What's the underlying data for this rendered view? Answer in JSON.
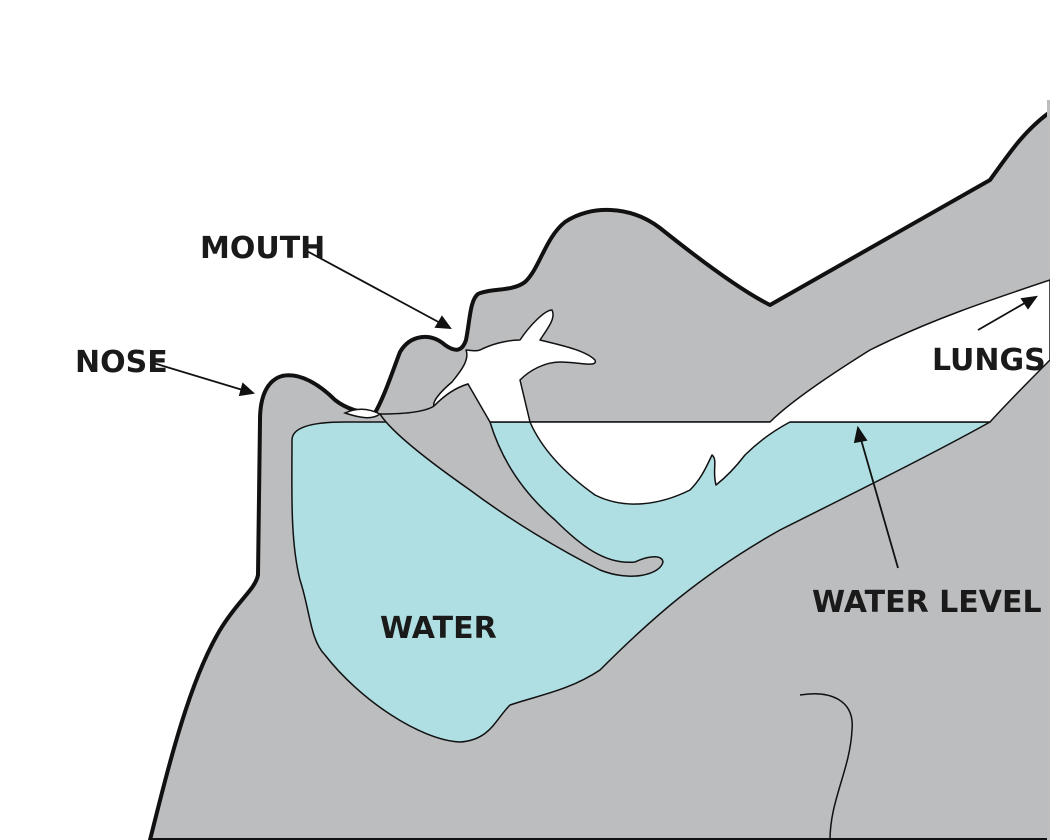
{
  "labels": {
    "mouth": "MOUTH",
    "nose": "NOSE",
    "lungs": "LUNGS",
    "water": "WATER",
    "water_level": "WATER LEVEL"
  },
  "colors": {
    "background": "#ffffff",
    "body": "#bcbdbf",
    "water": "#afdfe3",
    "airway": "#ffffff",
    "outline": "#111111",
    "text": "#1a1a1a"
  }
}
